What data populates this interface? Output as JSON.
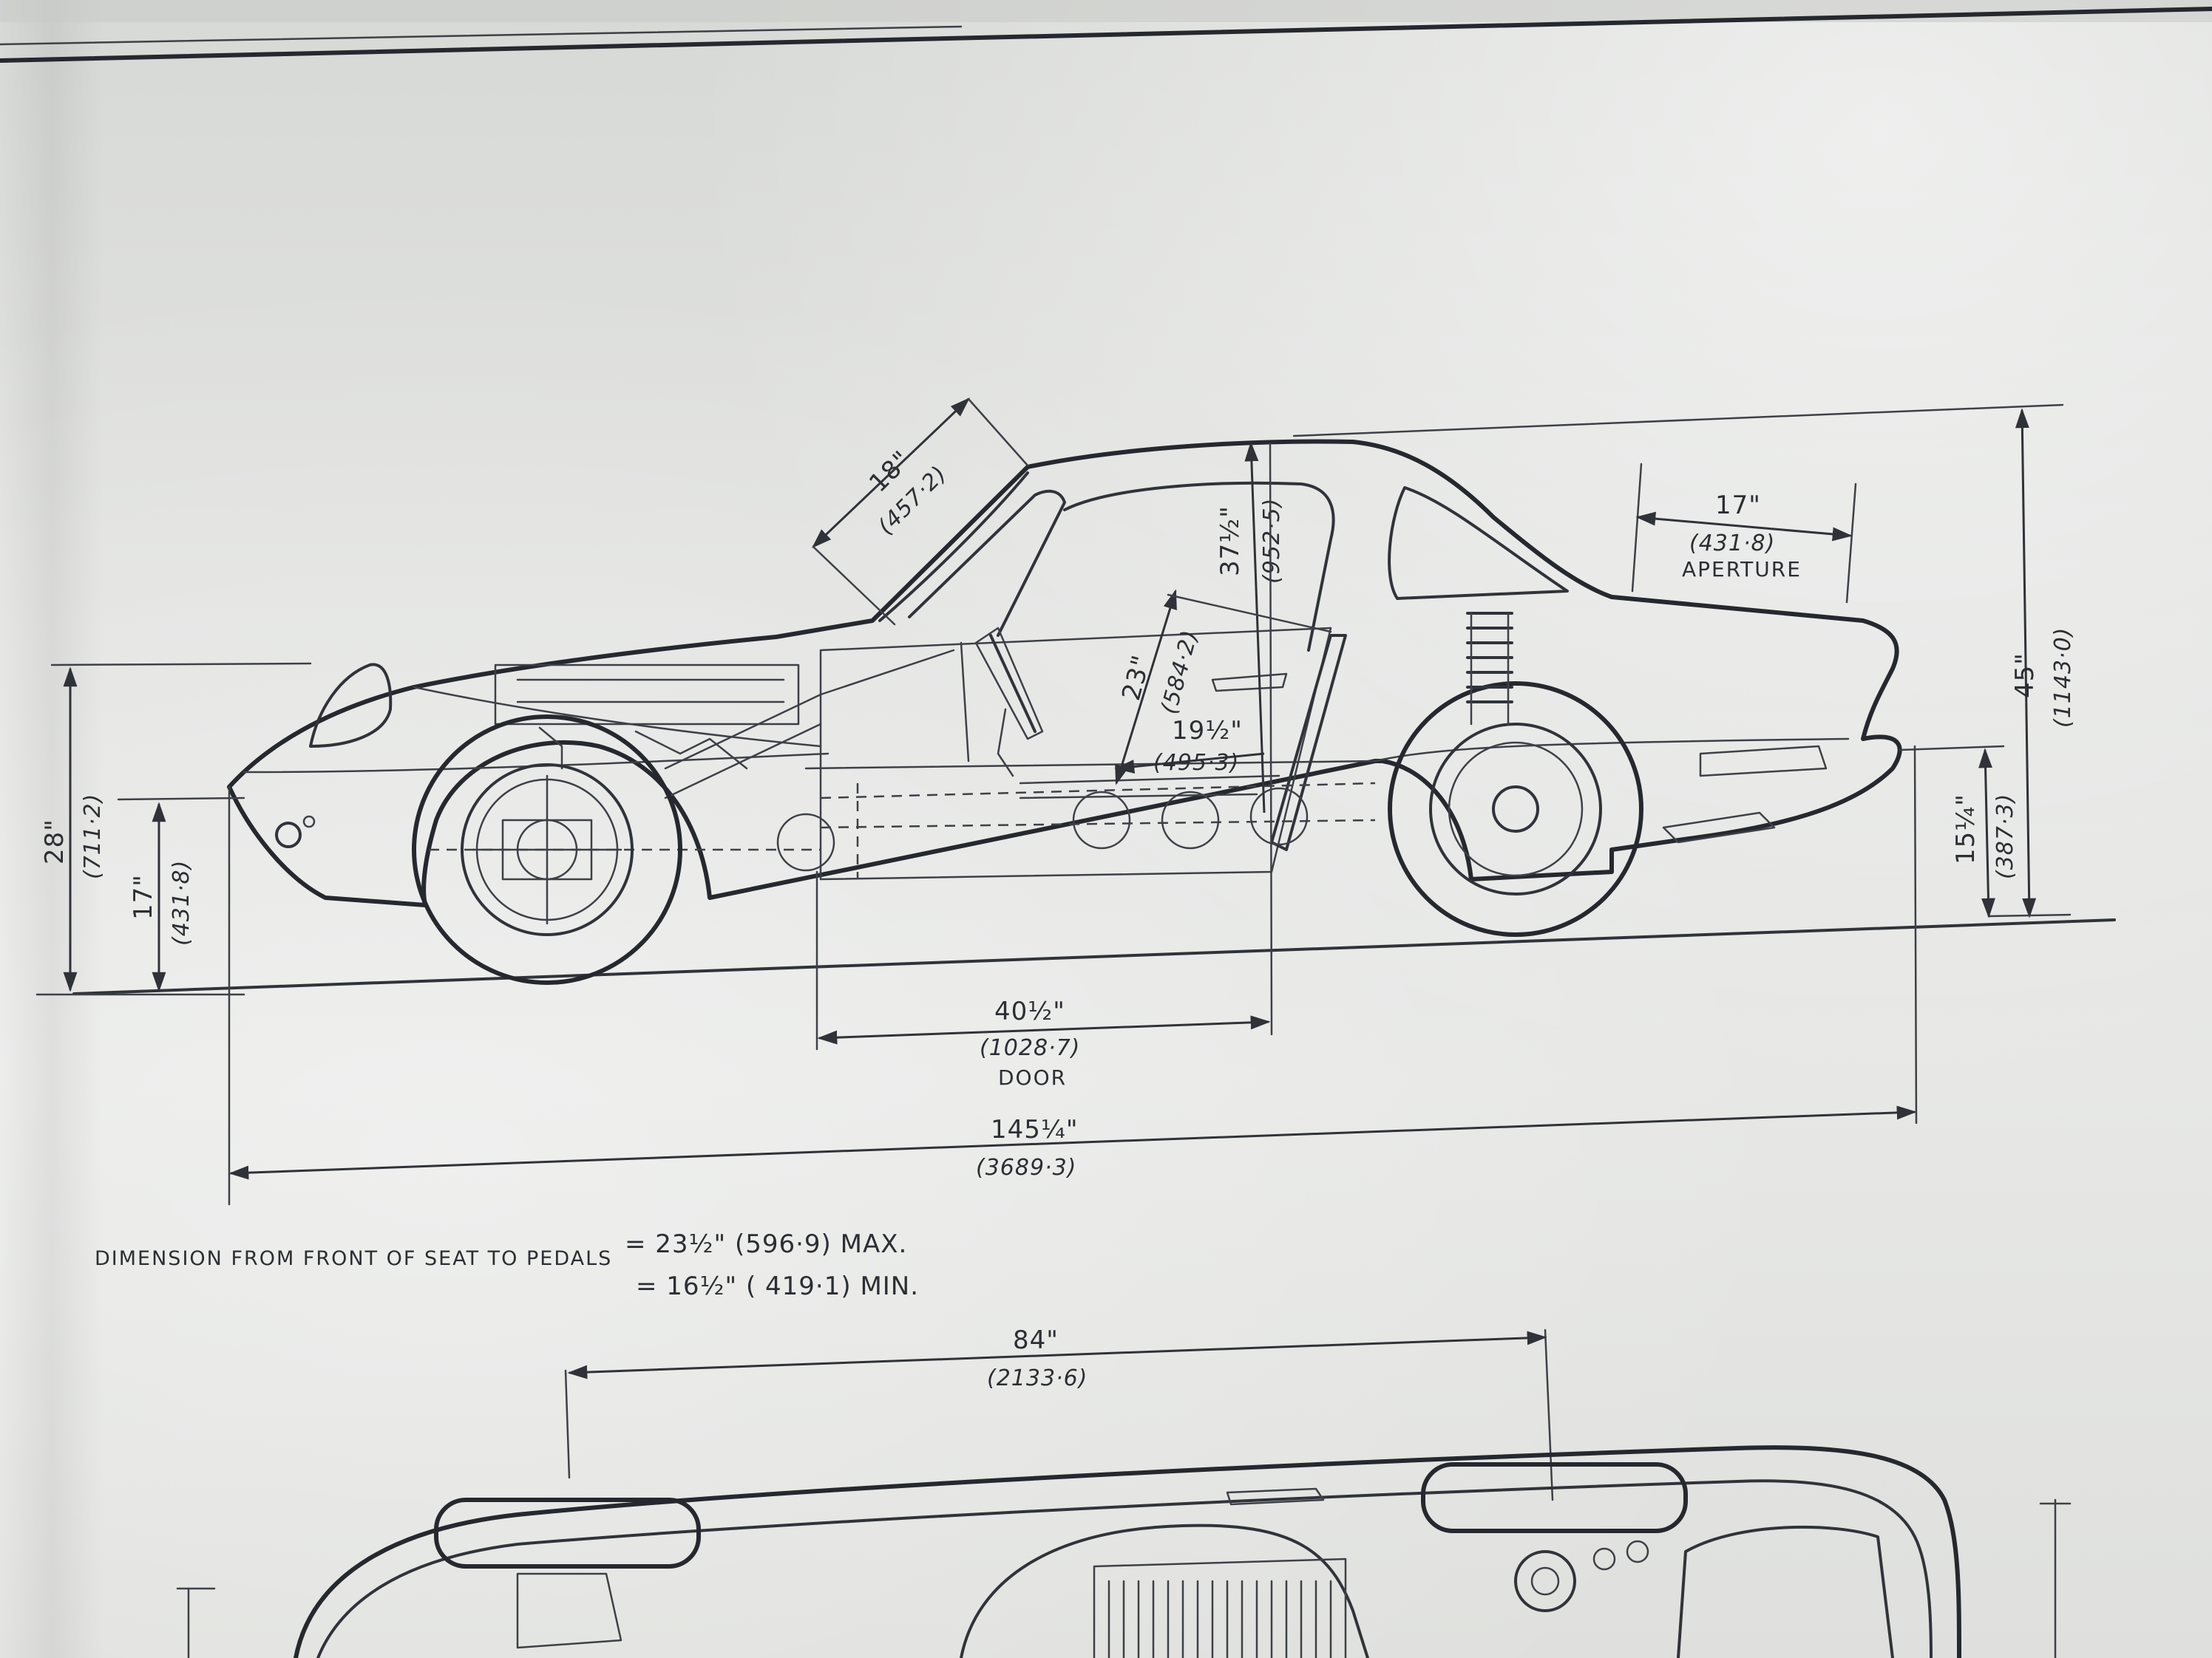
{
  "side_view": {
    "wheelbase_top_note": "",
    "windscreen": {
      "imperial": "18\"",
      "metric": "(457·2)"
    },
    "headroom": {
      "imperial": "37½\"",
      "metric": "(952·5)"
    },
    "rear_aperture": {
      "imperial": "17\"",
      "metric": "(431·8)",
      "caption": "APERTURE"
    },
    "overall_height": {
      "imperial": "45\"",
      "metric": "(1143·0)"
    },
    "seat_back": {
      "imperial": "23\"",
      "metric": "(584·2)"
    },
    "seat_cushion": {
      "imperial": "19½\"",
      "metric": "(495·3)"
    },
    "front_height": {
      "imperial": "28\"",
      "metric": "(711·2)"
    },
    "front_lamp_height": {
      "imperial": "17\"",
      "metric": "(431·8)"
    },
    "rear_height": {
      "imperial": "15¼\"",
      "metric": "(387·3)"
    },
    "door": {
      "imperial": "40½\"",
      "metric": "(1028·7)",
      "caption": "DOOR"
    },
    "overall_length": {
      "imperial": "145¼\"",
      "metric": "(3689·3)"
    }
  },
  "notes": {
    "seat_to_pedals_label": "DIMENSION   FROM FRONT OF SEAT  TO PEDALS",
    "seat_to_pedals_max": "= 23½\" (596·9) MAX.",
    "seat_to_pedals_min": "= 16½\" ( 419·1) MIN."
  },
  "plan_view": {
    "track": {
      "imperial": "84\"",
      "metric": "(2133·6)"
    }
  }
}
